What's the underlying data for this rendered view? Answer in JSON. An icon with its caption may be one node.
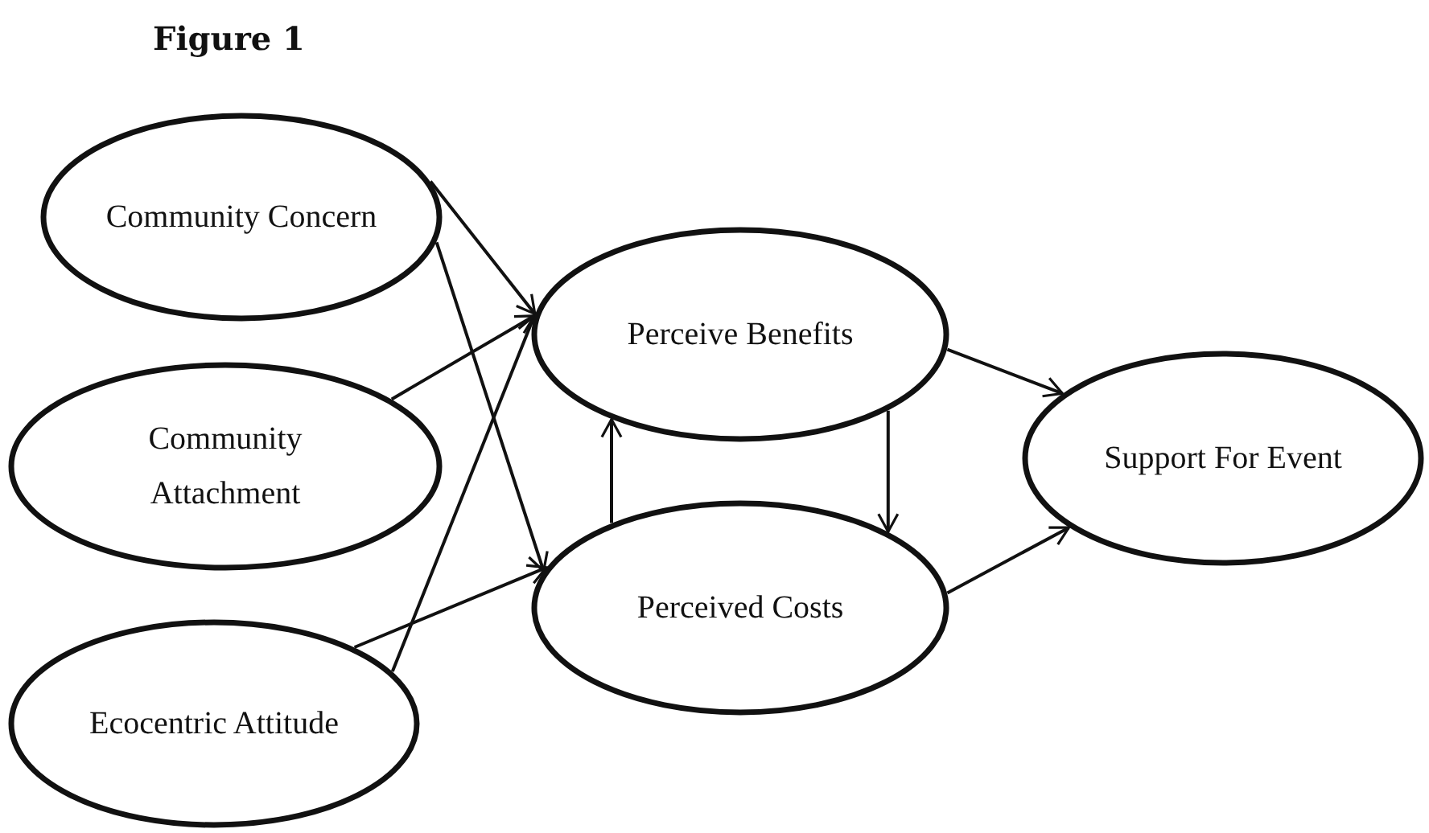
{
  "diagram": {
    "title": "Figure 1",
    "nodes": [
      {
        "text": [
          "Community Concern"
        ]
      },
      {
        "text": [
          "Community Attachment"
        ]
      },
      {
        "text": [
          "Ecocentric Attitude"
        ]
      },
      {
        "text": [
          "Perceive Benefits"
        ]
      },
      {
        "text": [
          "Perceived Costs"
        ]
      },
      {
        "text": [
          "Support For Event"
        ]
      }
    ],
    "edges": [
      {
        "from": 0,
        "to": 3,
        "arrow": "to"
      },
      {
        "from": 0,
        "to": 4,
        "arrow": "to"
      },
      {
        "from": 1,
        "to": 3,
        "arrow": "to"
      },
      {
        "from": 2,
        "to": 4,
        "arrow": "to"
      },
      {
        "from": 2,
        "to": 3,
        "arrow": "to"
      },
      {
        "from": 4,
        "to": 3,
        "arrow": "to"
      },
      {
        "from": 3,
        "to": 4,
        "arrow": "to"
      },
      {
        "from": 3,
        "to": 5,
        "arrow": "to"
      },
      {
        "from": 4,
        "to": 5,
        "arrow": "to"
      }
    ]
  }
}
